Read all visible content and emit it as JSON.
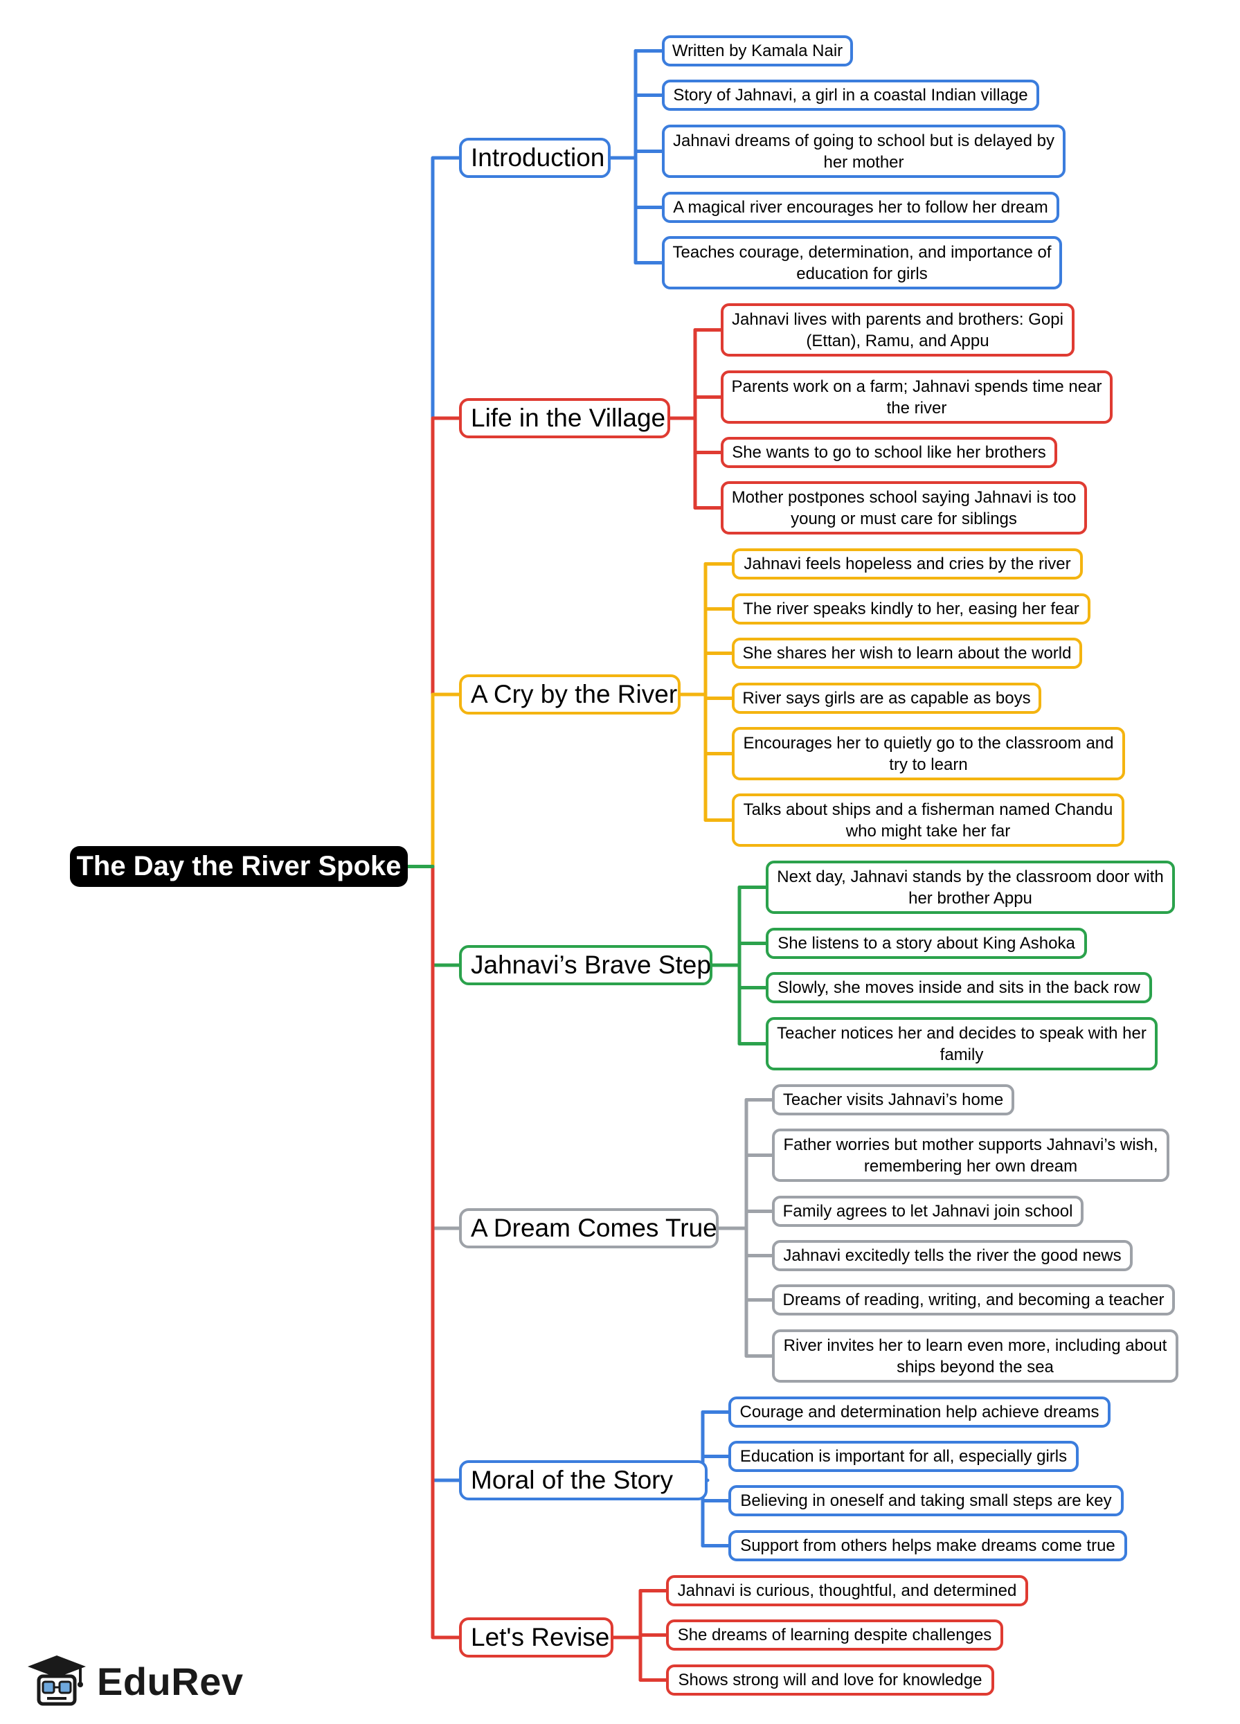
{
  "title": "The Day the River Spoke",
  "brand": "EduRev",
  "branches": [
    {
      "label": "Introduction",
      "color": "#3b7ddd",
      "items": [
        "Written by Kamala Nair",
        "Story of Jahnavi, a girl in a coastal Indian village",
        "Jahnavi dreams of going to school but is delayed by her mother",
        "A magical river encourages her to follow her dream",
        "Teaches courage, determination, and importance of education for girls"
      ]
    },
    {
      "label": "Life in the Village",
      "color": "#df3b32",
      "items": [
        "Jahnavi lives with parents and brothers: Gopi (Ettan), Ramu, and Appu",
        "Parents work on a farm; Jahnavi spends time near the river",
        "She wants to go to school like her brothers",
        "Mother postpones school saying Jahnavi is too young or must care for siblings"
      ]
    },
    {
      "label": "A Cry by the River",
      "color": "#f4b410",
      "items": [
        "Jahnavi feels hopeless and cries by the river",
        "The river speaks kindly to her, easing her fear",
        "She shares her wish to learn about the world",
        "River says girls are as capable as boys",
        "Encourages her to quietly go to the classroom and try to learn",
        "Talks about ships and a fisherman named Chandu who might take her far"
      ]
    },
    {
      "label": "Jahnavi’s Brave Step",
      "color": "#2ba24c",
      "items": [
        "Next day, Jahnavi stands by the classroom door with her brother Appu",
        "She listens to a story about King Ashoka",
        "Slowly, she moves inside and sits in the back row",
        "Teacher notices her and decides to speak with her family"
      ]
    },
    {
      "label": "A Dream Comes True",
      "color": "#9ea2a8",
      "items": [
        "Teacher visits Jahnavi’s home",
        "Father worries but mother supports Jahnavi’s wish, remembering her own dream",
        "Family agrees to let Jahnavi join school",
        "Jahnavi excitedly tells the river the good news",
        "Dreams of reading, writing, and becoming a teacher",
        "River invites her to learn even more, including about ships beyond the sea"
      ]
    },
    {
      "label": "Moral of the Story",
      "color": "#3b7ddd",
      "items": [
        "Courage and determination help achieve dreams",
        "Education is important for all, especially girls",
        "Believing in oneself and taking small steps are key",
        "Support from others helps make dreams come true"
      ]
    },
    {
      "label": "Let's Revise",
      "color": "#df3b32",
      "items": [
        "Jahnavi is curious, thoughtful, and determined",
        "She dreams of learning despite challenges",
        "Shows strong will and love for knowledge"
      ]
    }
  ]
}
